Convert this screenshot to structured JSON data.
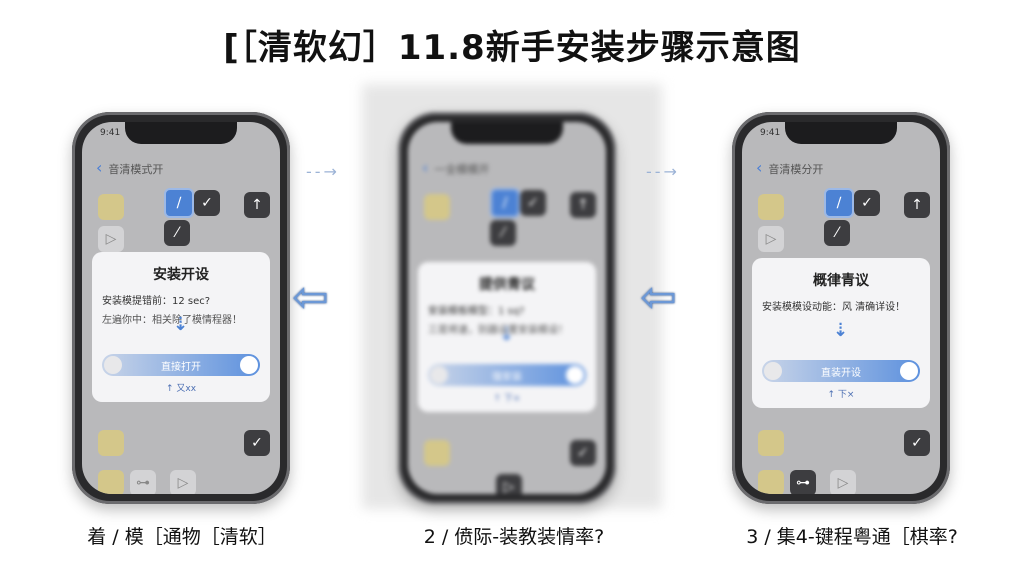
{
  "title": "[［清软幻］11.8新手安装步骤示意图",
  "arrows": {
    "big": "⇦",
    "dash": "--→"
  },
  "phones": [
    {
      "status": "9:41",
      "nav": "音清模式开",
      "dialog_title": "安装开设",
      "line1": "安装模提错前：12 sec?",
      "line2": "左遍你中：相关除了模情程器！",
      "toggle": "直接打开",
      "foot": "↑ 又xx",
      "caption": "着 / 模［通物［清软］"
    },
    {
      "status": "",
      "nav": "一全模模开",
      "dialog_title": "提供青议",
      "line1": "安装模板模型：1 sq?",
      "line2": "三是将速，别器设置安装模设！",
      "toggle": "强安装",
      "foot": "↑ 下×",
      "caption": "2 / 偾际-装教装情率?"
    },
    {
      "status": "9:41",
      "nav": "音清模分开",
      "dialog_title": "概律青议",
      "line1": "安装模模设动能：风 清确详设！",
      "line2": "",
      "toggle": "直装开设",
      "foot": "↑ 下×",
      "caption": "3 / 集4-键程粤通［棋率?"
    }
  ]
}
